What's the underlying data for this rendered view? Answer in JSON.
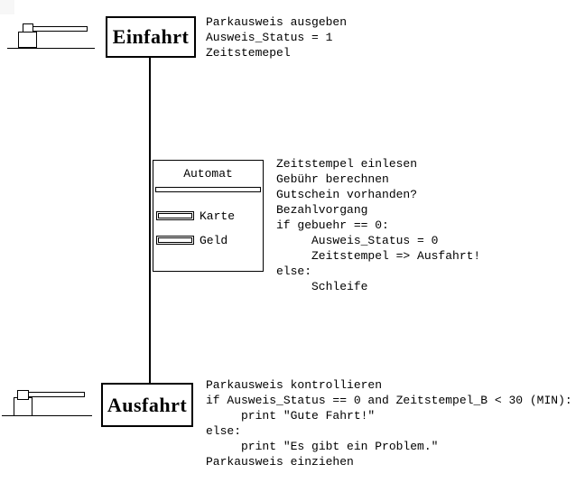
{
  "colors": {
    "ink": "#000000",
    "background": "#ffffff"
  },
  "diagram": {
    "entry": {
      "label": "Einfahrt",
      "annotation_lines": [
        "Parkausweis ausgeben",
        "Ausweis_Status = 1",
        "Zeitstemepel"
      ]
    },
    "machine": {
      "title": "Automat",
      "slots": [
        {
          "label": "Karte"
        },
        {
          "label": "Geld"
        }
      ],
      "annotation_lines": [
        "Zeitstempel einlesen",
        "Gebühr berechnen",
        "Gutschein vorhanden?",
        "Bezahlvorgang",
        "if gebuehr == 0:",
        "     Ausweis_Status = 0",
        "     Zeitstempel => Ausfahrt!",
        "else:",
        "     Schleife"
      ]
    },
    "exit": {
      "label": "Ausfahrt",
      "annotation_lines": [
        "Parkausweis kontrollieren",
        "if Ausweis_Status == 0 and Zeitstempel_B < 30 (MIN):",
        "     print \"Gute Fahrt!\"",
        "else:",
        "     print \"Es gibt ein Problem.\"",
        "Parkausweis einziehen"
      ]
    }
  }
}
